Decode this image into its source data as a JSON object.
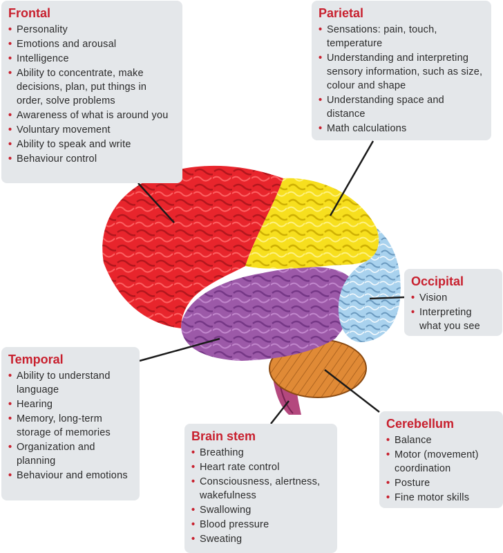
{
  "frontal": {
    "title": "Frontal",
    "items": [
      "Personality",
      "Emotions and arousal",
      "Intelligence",
      "Ability to concentrate, make decisions, plan, put things in order, solve problems",
      "Awareness of what is around you",
      "Voluntary movement",
      "Ability to speak and write",
      "Behaviour control"
    ]
  },
  "parietal": {
    "title": "Parietal",
    "items": [
      "Sensations: pain, touch, temperature",
      "Understanding and interpreting sensory information, such as size, colour and shape",
      "Understanding space and distance",
      "Math calculations"
    ]
  },
  "occipital": {
    "title": "Occipital",
    "items": [
      "Vision",
      "Interpreting what you see"
    ]
  },
  "temporal": {
    "title": "Temporal",
    "items": [
      "Ability to understand language",
      "Hearing",
      "Memory, long-term storage of memories",
      "Organization and planning",
      "Behaviour and emotions"
    ]
  },
  "brainstem": {
    "title": "Brain stem",
    "items": [
      "Breathing",
      "Heart rate control",
      "Consciousness, alertness, wakefulness",
      "Swallowing",
      "Blood pressure",
      "Sweating"
    ]
  },
  "cerebellum": {
    "title": "Cerebellum",
    "items": [
      "Balance",
      "Motor (movement) coordination",
      "Posture",
      "Fine motor skills"
    ]
  },
  "colors": {
    "heading": "#c8202e",
    "panel": "#e4e7ea",
    "frontal_lobe": "#e8252c",
    "parietal_lobe": "#f7df1e",
    "occipital_lobe": "#a9d2ee",
    "temporal_lobe": "#9c59a8",
    "cerebellum": "#e08a36",
    "brain_stem": "#b4487e"
  }
}
